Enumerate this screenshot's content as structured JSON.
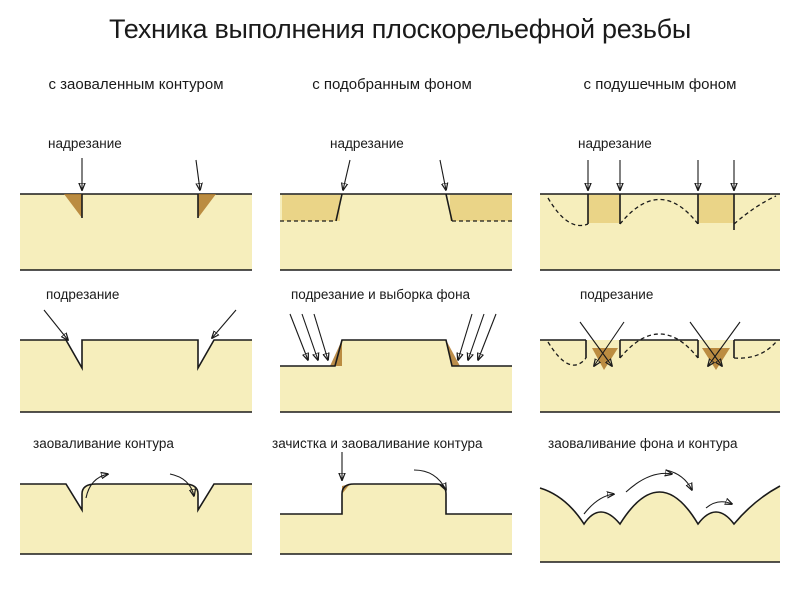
{
  "title": "Техника выполнения плоскорельефной резьбы",
  "columns": [
    {
      "heading": "с заоваленным контуром",
      "steps": [
        "надрезание",
        "подрезание",
        "заоваливание контура"
      ]
    },
    {
      "heading": "с подобранным фоном",
      "steps": [
        "надрезание",
        "подрезание и выборка фона",
        "зачистка и заоваливание контура"
      ]
    },
    {
      "heading": "с подушечным фоном",
      "steps": [
        "надрезание",
        "подрезание",
        "заоваливание фона и контура"
      ]
    }
  ],
  "colors": {
    "wood": "#f6eebc",
    "grain": "#e8cf7e",
    "shading": "#b07a2c",
    "ink": "#1a1a1a"
  }
}
